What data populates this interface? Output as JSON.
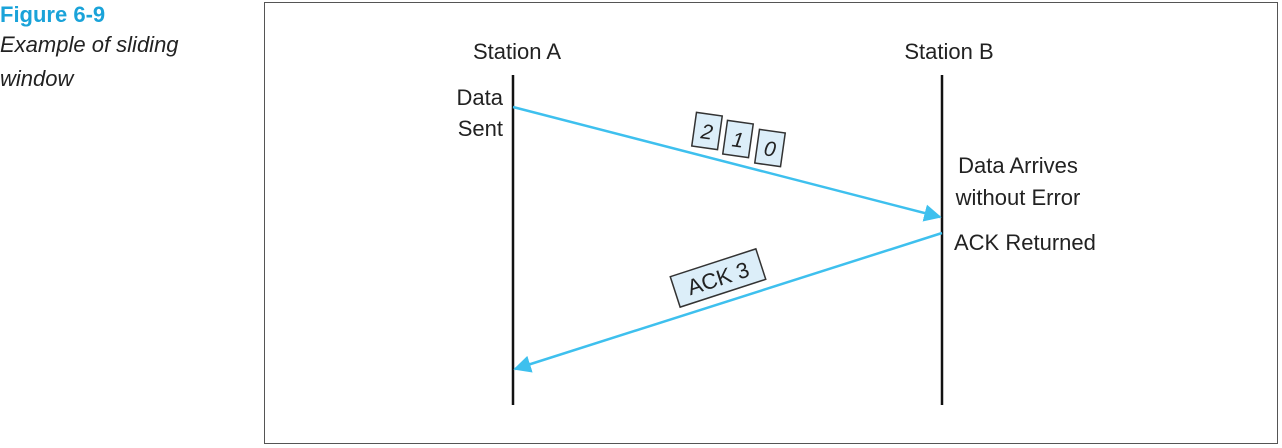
{
  "caption": {
    "figure_number": "Figure 6-9",
    "title_line1": "Example of sliding",
    "title_line2": "window"
  },
  "stations": {
    "a": "Station A",
    "b": "Station B"
  },
  "labels": {
    "data_sent_1": "Data",
    "data_sent_2": "Sent",
    "arrives_1": "Data Arrives",
    "arrives_2": "without Error",
    "ack_returned": "ACK Returned"
  },
  "frames": [
    "2",
    "1",
    "0"
  ],
  "ack_label": "ACK 3",
  "colors": {
    "accent": "#1aa3d9",
    "arrow": "#3ec0ee",
    "box_fill": "#dceef9"
  }
}
